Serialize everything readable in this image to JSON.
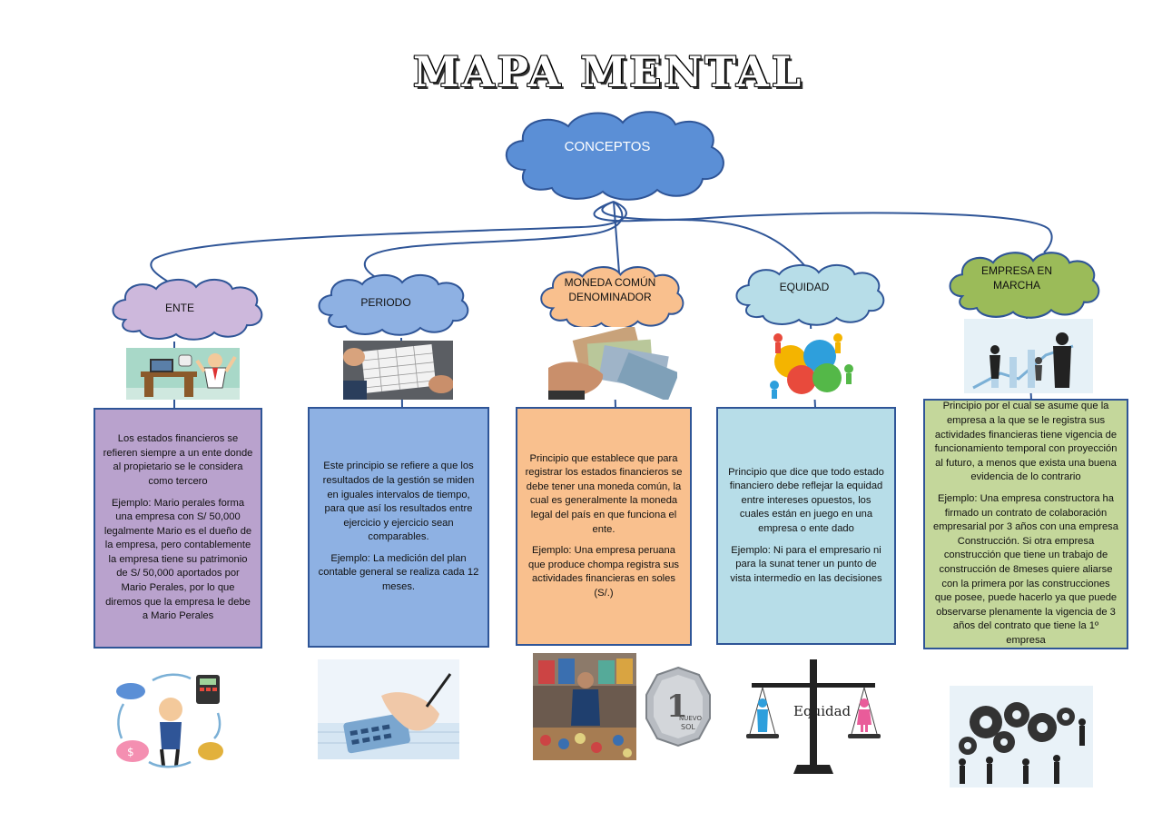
{
  "title": "MAPA MENTAL",
  "root": {
    "label": "CONCEPTOS",
    "color": "#5b8fd6"
  },
  "concepts": [
    {
      "id": "ente",
      "label": "ENTE",
      "cloud_color": "#cdb8dc",
      "box_color": "#b9a2cd",
      "definition": "Los estados financieros se refieren siempre a un ente donde al propietario se le considera como tercero",
      "example": "Ejemplo: Mario perales forma una empresa con S/ 50,000 legalmente Mario es el dueño de la empresa, pero contablemente la empresa tiene su patrimonio de S/ 50,000 aportados por Mario Perales, por lo que diremos que la empresa le debe a Mario Perales"
    },
    {
      "id": "periodo",
      "label": "PERIODO",
      "cloud_color": "#8eb1e3",
      "box_color": "#8eb1e3",
      "definition": "Este principio se refiere a que los resultados de la gestión se miden en iguales intervalos de tiempo, para que así los resultados entre ejercicio y ejercicio sean comparables.",
      "example": "Ejemplo: La medición del plan contable general se realiza cada 12 meses."
    },
    {
      "id": "moneda",
      "label": "MONEDA COMÚN DENOMINADOR",
      "cloud_color": "#f9c08e",
      "box_color": "#f9c08e",
      "definition": "Principio que establece que para registrar los estados financieros se debe tener una moneda común, la cual es generalmente la moneda legal del país en que funciona el ente.",
      "example": "Ejemplo: Una empresa peruana que produce chompa registra sus actividades financieras en soles (S/.)"
    },
    {
      "id": "equidad",
      "label": "EQUIDAD",
      "cloud_color": "#b7dde8",
      "box_color": "#b7dde8",
      "definition": "Principio que dice que todo estado financiero debe reflejar la equidad entre intereses opuestos, los cuales están en juego en una empresa o ente dado",
      "example": "Ejemplo:  Ni para el empresario ni para la sunat tener un punto de vista intermedio en las decisiones"
    },
    {
      "id": "empresa",
      "label": "EMPRESA EN MARCHA",
      "cloud_color": "#9bbb59",
      "box_color": "#c4d79b",
      "definition": "Principio por el cual se asume que la empresa a la que se le registra sus actividades financieras tiene vigencia de funcionamiento temporal con proyección al futuro, a menos que exista una buena evidencia de lo contrario",
      "example": "Ejemplo: Una empresa constructora ha firmado un contrato de colaboración empresarial por 3 años con una empresa Construcción. Si otra empresa construcción que tiene un trabajo de construcción de 8meses quiere aliarse con la primera por las construcciones que posee, puede hacerlo ya que puede observarse plenamente la vigencia de 3 años del contrato que tiene la 1º empresa"
    }
  ],
  "images": {
    "scale_label": "Equidad",
    "coin_text_1": "1",
    "coin_text_2": "NUEVO",
    "coin_text_3": "SOL"
  },
  "colors": {
    "line": "#2f5597",
    "box_border": "#2f5597"
  }
}
